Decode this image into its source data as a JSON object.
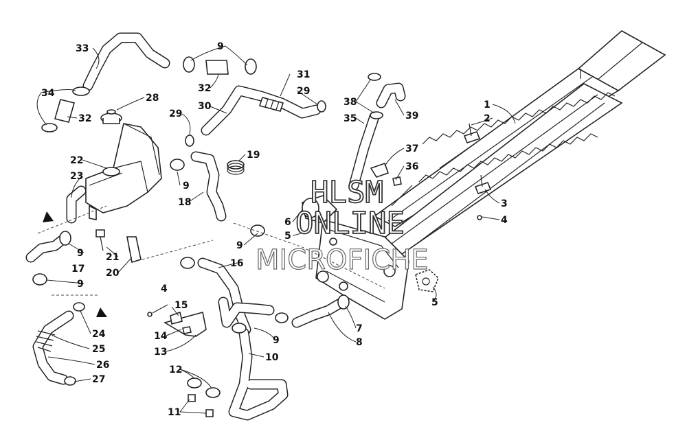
{
  "callouts": [
    {
      "id": "c1",
      "label": "1"
    },
    {
      "id": "c2",
      "label": "2"
    },
    {
      "id": "c3",
      "label": "3"
    },
    {
      "id": "c4a",
      "label": "4"
    },
    {
      "id": "c5a",
      "label": "5"
    },
    {
      "id": "c5b",
      "label": "5"
    },
    {
      "id": "c6",
      "label": "6"
    },
    {
      "id": "c7",
      "label": "7"
    },
    {
      "id": "c8",
      "label": "8"
    },
    {
      "id": "c9a",
      "label": "9"
    },
    {
      "id": "c9b",
      "label": "9"
    },
    {
      "id": "c9c",
      "label": "9"
    },
    {
      "id": "c9d",
      "label": "9"
    },
    {
      "id": "c9e",
      "label": "9"
    },
    {
      "id": "c9f",
      "label": "9"
    },
    {
      "id": "c10",
      "label": "10"
    },
    {
      "id": "c11",
      "label": "11"
    },
    {
      "id": "c12",
      "label": "12"
    },
    {
      "id": "c13",
      "label": "13"
    },
    {
      "id": "c14",
      "label": "14"
    },
    {
      "id": "c15",
      "label": "15"
    },
    {
      "id": "c4b",
      "label": "4"
    },
    {
      "id": "c16",
      "label": "16"
    },
    {
      "id": "c17",
      "label": "17"
    },
    {
      "id": "c18",
      "label": "18"
    },
    {
      "id": "c19",
      "label": "19"
    },
    {
      "id": "c20",
      "label": "20"
    },
    {
      "id": "c21",
      "label": "21"
    },
    {
      "id": "c22",
      "label": "22"
    },
    {
      "id": "c23",
      "label": "23"
    },
    {
      "id": "c24",
      "label": "24"
    },
    {
      "id": "c25",
      "label": "25"
    },
    {
      "id": "c26",
      "label": "26"
    },
    {
      "id": "c27",
      "label": "27"
    },
    {
      "id": "c28",
      "label": "28"
    },
    {
      "id": "c29a",
      "label": "29"
    },
    {
      "id": "c29b",
      "label": "29"
    },
    {
      "id": "c30",
      "label": "30"
    },
    {
      "id": "c31",
      "label": "31"
    },
    {
      "id": "c32a",
      "label": "32"
    },
    {
      "id": "c32b",
      "label": "32"
    },
    {
      "id": "c33",
      "label": "33"
    },
    {
      "id": "c34",
      "label": "34"
    },
    {
      "id": "c35",
      "label": "35"
    },
    {
      "id": "c36",
      "label": "36"
    },
    {
      "id": "c37",
      "label": "37"
    },
    {
      "id": "c38",
      "label": "38"
    },
    {
      "id": "c39",
      "label": "39"
    }
  ],
  "watermark": {
    "line1": "HLSM",
    "line2": "ONLINE",
    "line3": "MICROFICHE"
  }
}
